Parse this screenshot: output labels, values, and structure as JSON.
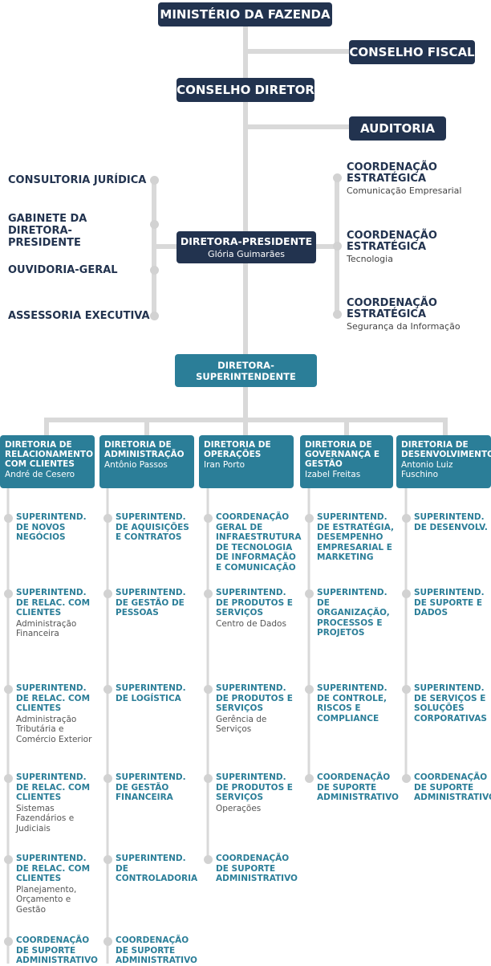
{
  "top": {
    "ministerio": "MINISTÉRIO DA FAZENDA",
    "conselho_fiscal": "CONSELHO FISCAL",
    "conselho_diretor": "CONSELHO DIRETOR",
    "auditoria": "AUDITORIA"
  },
  "presidente": {
    "title": "DIRETORA-PRESIDENTE",
    "name": "Glória Guimarães"
  },
  "left_units": [
    "CONSULTORIA JURÍDICA",
    "GABINETE DA DIRETORA-PRESIDENTE",
    "OUVIDORIA-GERAL",
    "ASSESSORIA EXECUTIVA"
  ],
  "coordenacoes": [
    {
      "title": "COORDENAÇÃO ESTRATÉGICA",
      "sub": "Comunicação Empresarial"
    },
    {
      "title": "COORDENAÇÃO ESTRATÉGICA",
      "sub": "Tecnologia"
    },
    {
      "title": "COORDENAÇÃO ESTRATÉGICA",
      "sub": "Segurança da Informação"
    }
  ],
  "superintendente": "DIRETORA-SUPERINTENDENTE",
  "diretorias": [
    {
      "title": "DIRETORIA DE RELACIONAMENTO COM CLIENTES",
      "name": "André de Cesero",
      "items": [
        {
          "title": "SUPERINTEND. DE NOVOS NEGÓCIOS",
          "sub": ""
        },
        {
          "title": "SUPERINTEND. DE RELAC. COM CLIENTES",
          "sub": "Administração Financeira"
        },
        {
          "title": "SUPERINTEND. DE RELAC. COM CLIENTES",
          "sub": "Administração Tributária e Comércio Exterior"
        },
        {
          "title": "SUPERINTEND. DE RELAC. COM CLIENTES",
          "sub": "Sistemas Fazendários e Judiciais"
        },
        {
          "title": "SUPERINTEND. DE RELAC. COM CLIENTES",
          "sub": "Planejamento, Orçamento e Gestão"
        },
        {
          "title": "COORDENAÇÃO DE SUPORTE ADMINISTRATIVO",
          "sub": ""
        }
      ]
    },
    {
      "title": "DIRETORIA DE ADMINISTRAÇÃO",
      "name": "Antônio Passos",
      "items": [
        {
          "title": "SUPERINTEND. DE AQUISIÇÕES E CONTRATOS",
          "sub": ""
        },
        {
          "title": "SUPERINTEND. DE GESTÃO DE PESSOAS",
          "sub": ""
        },
        {
          "title": "SUPERINTEND. DE LOGÍSTICA",
          "sub": ""
        },
        {
          "title": "SUPERINTEND. DE GESTÃO FINANCEIRA",
          "sub": ""
        },
        {
          "title": "SUPERINTEND. DE CONTROLADORIA",
          "sub": ""
        },
        {
          "title": "COORDENAÇÃO DE SUPORTE ADMINISTRATIVO",
          "sub": ""
        }
      ]
    },
    {
      "title": "DIRETORIA DE OPERAÇÕES",
      "name": "Iran Porto",
      "items": [
        {
          "title": "COORDENAÇÃO GERAL DE INFRAESTRUTURA DE TECNOLOGIA DE INFORMAÇÃO E COMUNICAÇÃO",
          "sub": ""
        },
        {
          "title": "SUPERINTEND. DE PRODUTOS E SERVIÇOS",
          "sub": "Centro de Dados"
        },
        {
          "title": "SUPERINTEND. DE PRODUTOS E SERVIÇOS",
          "sub": "Gerência de Serviços"
        },
        {
          "title": "SUPERINTEND. DE PRODUTOS E SERVIÇOS",
          "sub": "Operações"
        },
        {
          "title": "COORDENAÇÃO DE SUPORTE ADMINISTRATIVO",
          "sub": ""
        }
      ]
    },
    {
      "title": "DIRETORIA DE GOVERNANÇA E GESTÃO",
      "name": "Izabel Freitas",
      "items": [
        {
          "title": "SUPERINTEND. DE ESTRATÉGIA, DESEMPENHO EMPRESARIAL E MARKETING",
          "sub": ""
        },
        {
          "title": "SUPERINTEND. DE ORGANIZAÇÃO, PROCESSOS E PROJETOS",
          "sub": ""
        },
        {
          "title": "SUPERINTEND. DE CONTROLE, RISCOS E COMPLIANCE",
          "sub": ""
        },
        {
          "title": "COORDENAÇÃO DE SUPORTE ADMINISTRATIVO",
          "sub": ""
        }
      ]
    },
    {
      "title": "DIRETORIA DE DESENVOLVIMENTO",
      "name": "Antonio Luiz Fuschino",
      "items": [
        {
          "title": "SUPERINTEND. DE DESENVOLV.",
          "sub": ""
        },
        {
          "title": "SUPERINTEND. DE SUPORTE E DADOS",
          "sub": ""
        },
        {
          "title": "SUPERINTEND. DE SERVIÇOS E SOLUÇÕES CORPORATIVAS",
          "sub": ""
        },
        {
          "title": "COORDENAÇÃO DE SUPORTE ADMINISTRATIVO",
          "sub": ""
        }
      ]
    }
  ]
}
